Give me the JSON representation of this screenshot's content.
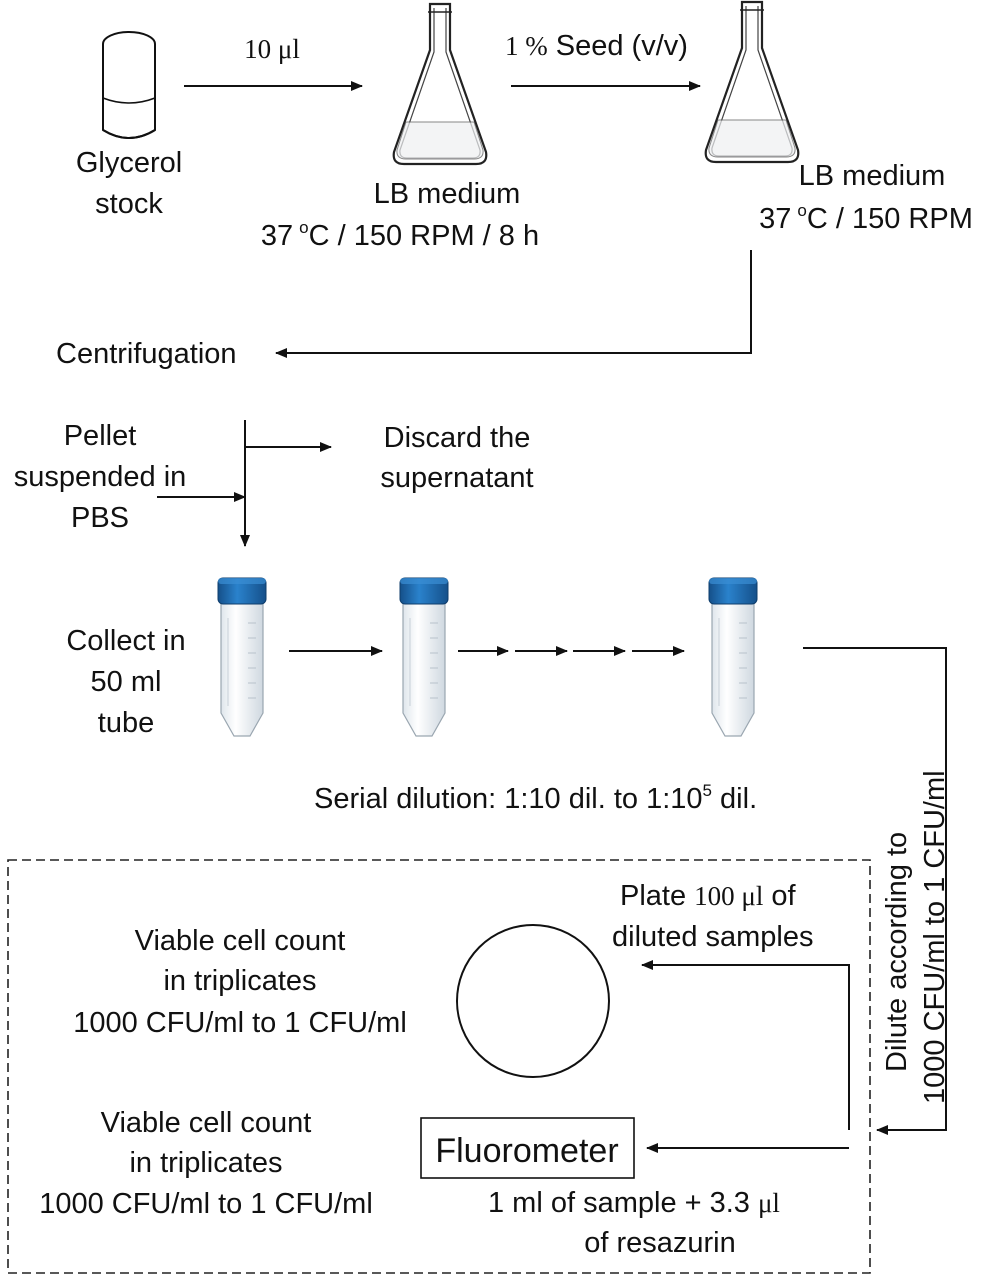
{
  "labels": {
    "transfer_volume": "10 μl",
    "seed_pct": "1 %",
    "seed_text": "Seed (v/v)",
    "glycerol_line1": "Glycerol",
    "glycerol_line2": "stock",
    "flask1_line1": "LB medium",
    "flask1_temp": "37",
    "flask1_sup": "o",
    "flask1_rest": "C / 150 RPM / 8 h",
    "flask2_line1": "LB medium",
    "flask2_temp": "37",
    "flask2_sup": "o",
    "flask2_rest": "C / 150 RPM",
    "centrifugation": "Centrifugation",
    "pellet_line1": "Pellet",
    "pellet_line2": "suspended in",
    "pellet_line3": "PBS",
    "discard_line1": "Discard the",
    "discard_line2": "supernatant",
    "collect_line1": "Collect in",
    "collect_line2": "50 ml",
    "collect_line3": "tube",
    "serial_main": "Serial dilution: 1:10 dil. to 1:10",
    "serial_sup": "5",
    "serial_end": " dil.",
    "dilute_line1": "Dilute according to",
    "dilute_line2": "1000 CFU/ml to 1 CFU/ml",
    "plate_text": "Plate",
    "plate_volume": "100 μl",
    "plate_of": "of",
    "plate_line2": "diluted samples",
    "viable1_line1": "Viable cell count",
    "viable1_line2": "in triplicates",
    "viable1_line3": "1000 CFU/ml to 1 CFU/ml",
    "viable2_line1": "Viable cell count",
    "viable2_line2": "in triplicates",
    "viable2_line3": "1000 CFU/ml to 1 CFU/ml",
    "fluorometer": "Fluorometer",
    "sample_text": "1 ml of sample + 3.3",
    "sample_unit": "μl",
    "resazurin": "of resazurin"
  },
  "colors": {
    "cap_blue": "#1f6fb8",
    "cap_dark": "#15508a",
    "line": "#111111"
  }
}
